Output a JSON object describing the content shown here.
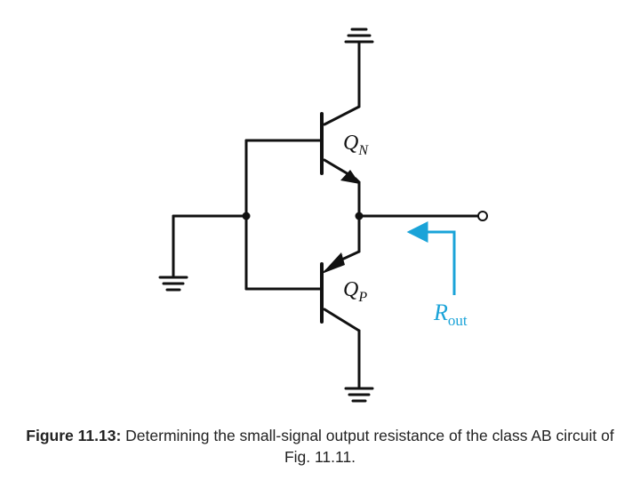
{
  "diagram": {
    "transistor_top": {
      "name": "Q",
      "sub": "N"
    },
    "transistor_bottom": {
      "name": "Q",
      "sub": "P"
    },
    "rout": {
      "name": "R",
      "sub": "out"
    },
    "colors": {
      "wire": "#111111",
      "annotation": "#1aa3d8"
    }
  },
  "caption": {
    "label": "Figure 11.13:",
    "text": "Determining the small-signal output resistance of the class AB circuit of Fig. 11.11."
  }
}
